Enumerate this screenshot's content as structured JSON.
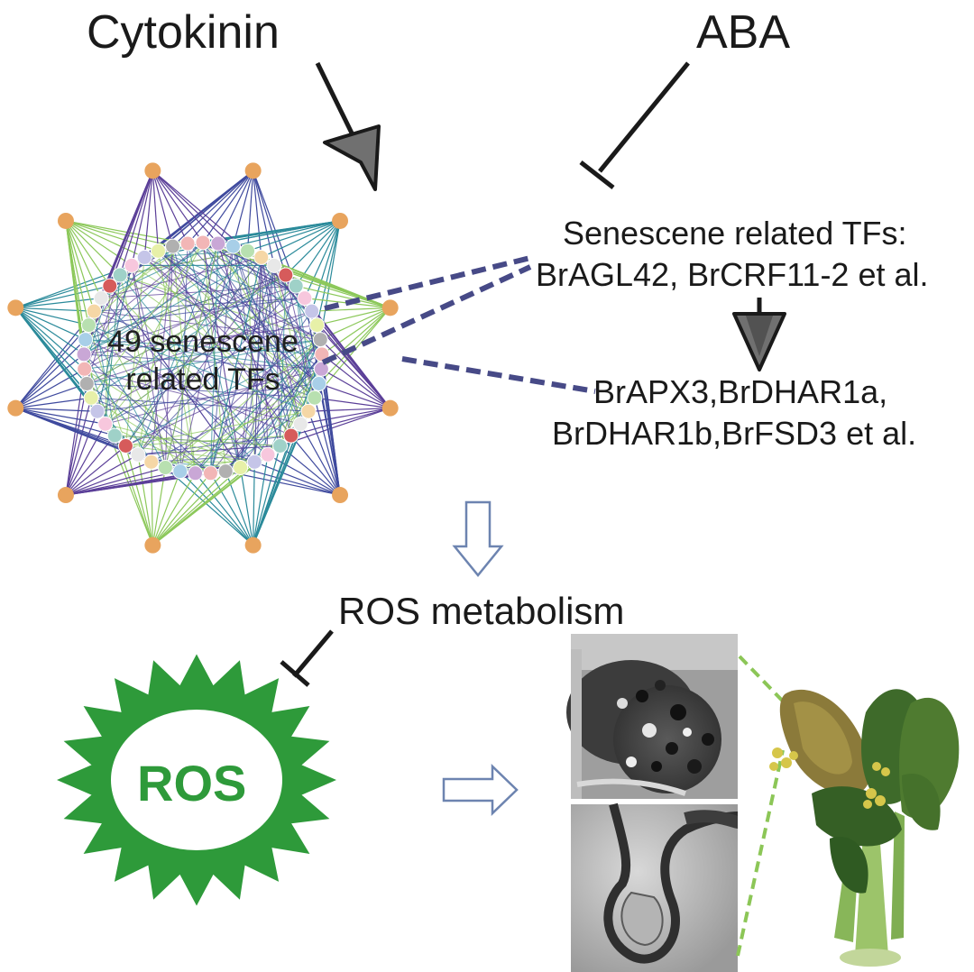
{
  "figure": {
    "inputs": {
      "cytokinin": "Cytokinin",
      "aba": "ABA"
    },
    "tf_box": {
      "heading": "Senescene related TFs:",
      "list": "BrAGL42, BrCRF11-2 et al."
    },
    "targets": {
      "line1": "BrAPX3,BrDHAR1a,",
      "line2": "BrDHAR1b,BrFSD3 et al."
    },
    "network": {
      "label": "49 senescene related TFs",
      "inner_node_count": 49,
      "outer_node_count": 12
    },
    "ros_metabolism": "ROS metabolism",
    "ros_badge": "ROS",
    "colors": {
      "arrow_fill": "#707070",
      "dashed_link": "#474a87",
      "ros_star": "#2e9a3a",
      "outer_node": "#e8a45e",
      "edge_palette": [
        "#3f4a9e",
        "#2a8a9a",
        "#8cc85a",
        "#5b3f98"
      ],
      "leader_line": "#8cc657",
      "open_arrow": "#6d84b0"
    }
  }
}
